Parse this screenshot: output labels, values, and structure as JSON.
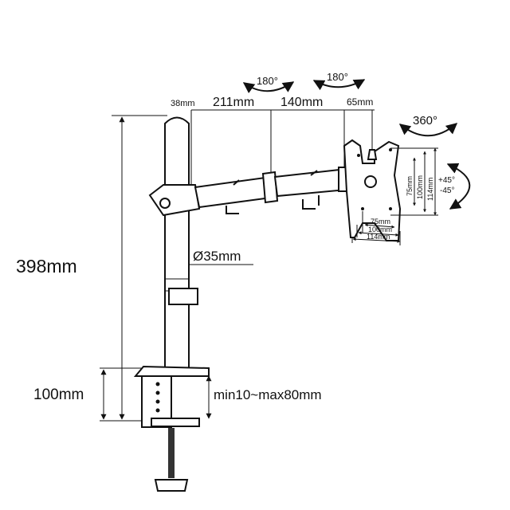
{
  "dimensions": {
    "total_height": "398mm",
    "clamp_height": "100mm",
    "pole_diameter": "Ø35mm",
    "desk_thickness": "min10~max80mm",
    "arm_offset": "38mm",
    "arm_segment_1": "211mm",
    "arm_segment_2": "140mm",
    "head_offset": "65mm",
    "vesa_h_75": "75mm",
    "vesa_h_100": "100mm",
    "vesa_h_114": "114mm",
    "vesa_v_75": "75mm",
    "vesa_v_100": "100mm",
    "vesa_v_114": "114mm"
  },
  "rotations": {
    "joint_1": "180°",
    "joint_2": "180°",
    "head_rotate": "360°",
    "tilt_up": "+45°",
    "tilt_down": "-45°"
  }
}
